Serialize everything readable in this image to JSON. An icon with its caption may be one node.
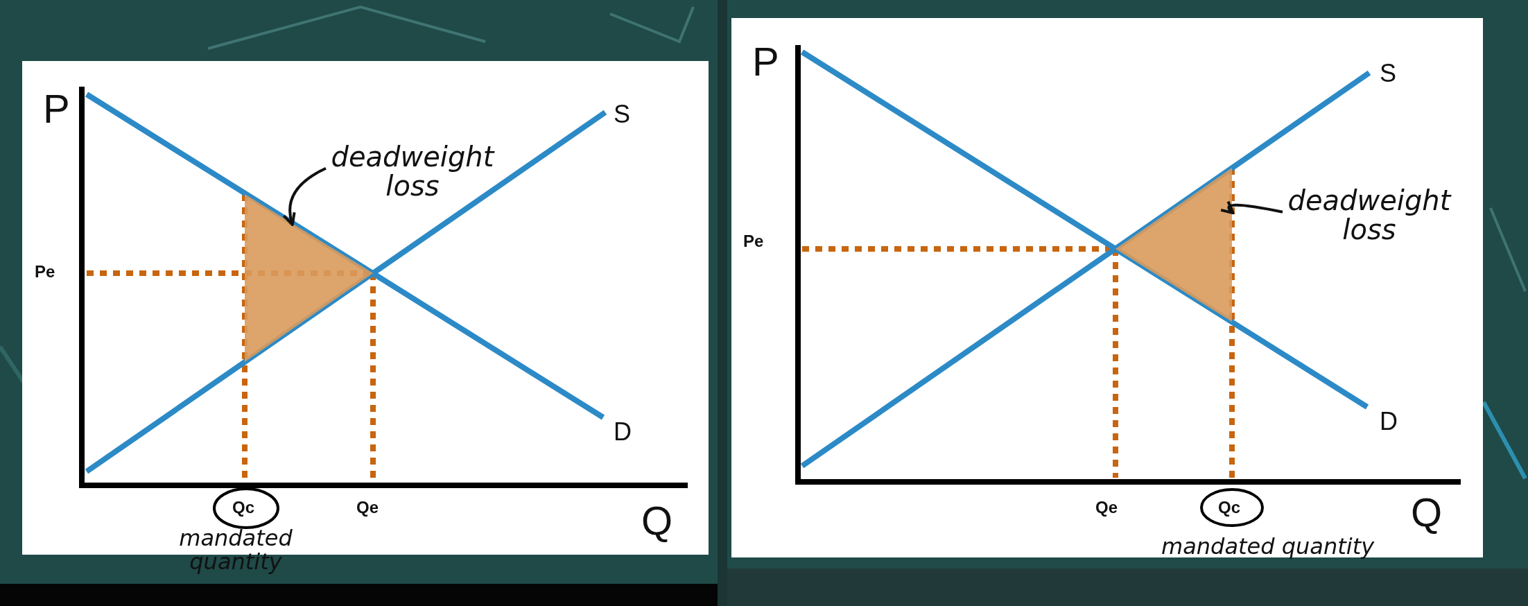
{
  "diagram": {
    "nodes": [
      {
        "text": [
          "deadweight loss"
        ]
      },
      {
        "text": [],
        "shape": "triangle"
      },
      {
        "text": [
          "deadweight loss"
        ]
      },
      {
        "text": [],
        "shape": "triangle"
      }
    ],
    "edges": [
      {
        "from": 0,
        "to": 1,
        "arrow": "to"
      },
      {
        "from": 2,
        "to": 3,
        "arrow": "to"
      }
    ],
    "labels": [
      "P",
      "S",
      "Pe",
      "D",
      "Qc",
      "Qe",
      "Q",
      "mandated quantity",
      "P",
      "S",
      "Pe",
      "D",
      "Qe",
      "Qc",
      "Q",
      "mandated quantity"
    ]
  }
}
